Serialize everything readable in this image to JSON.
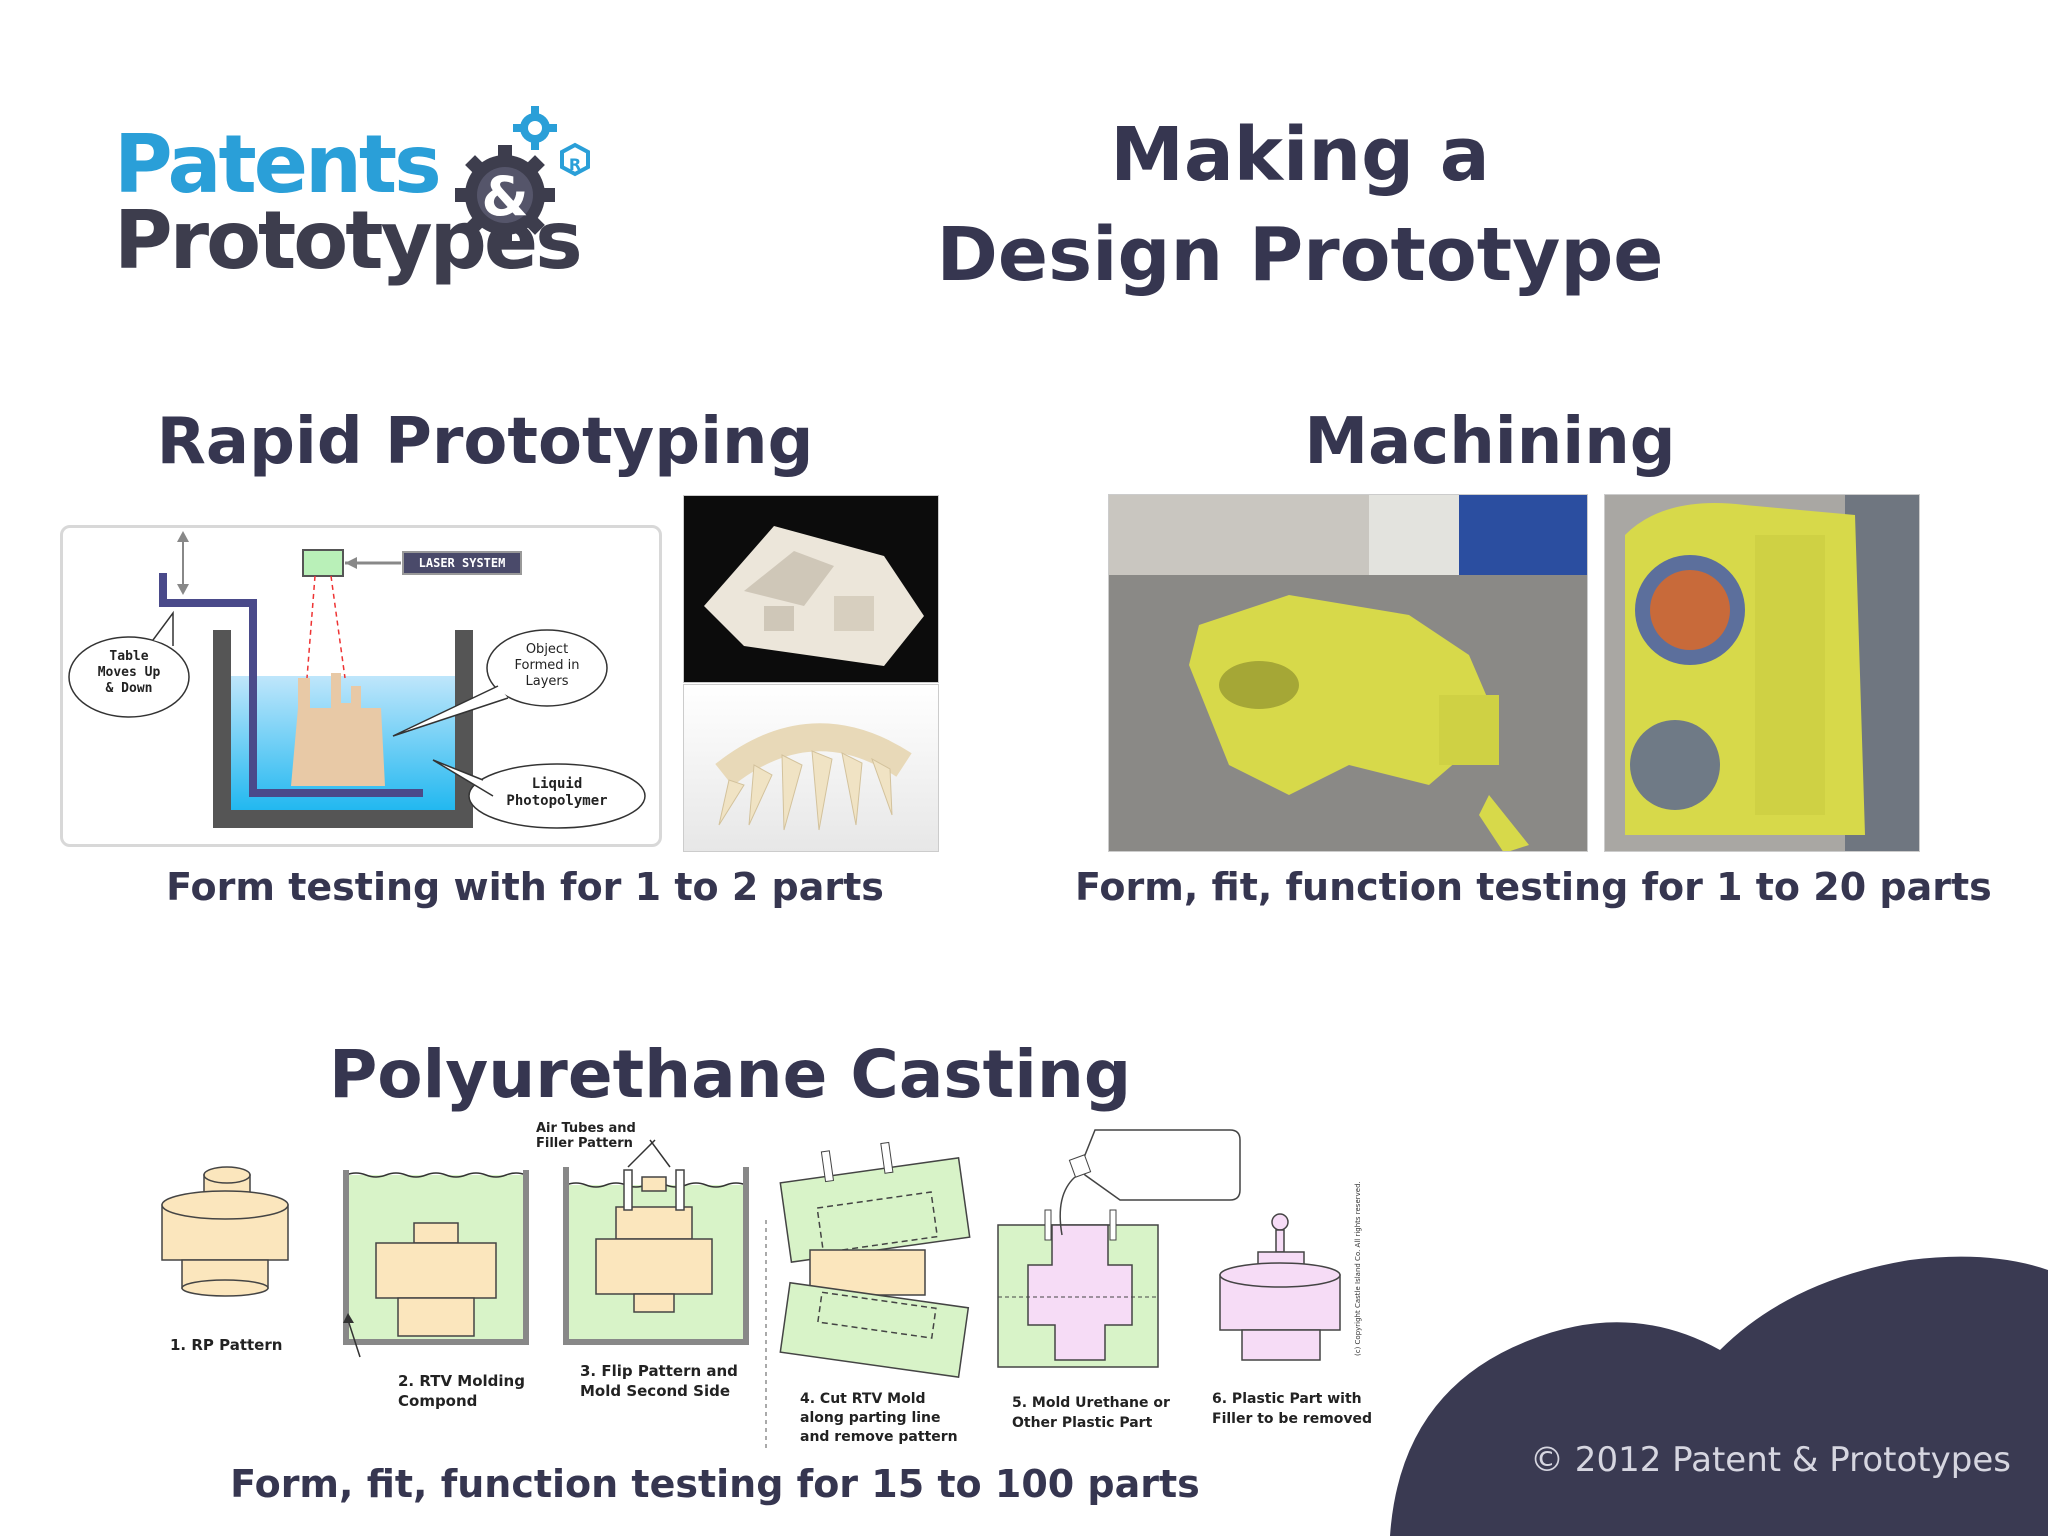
{
  "logo": {
    "word1": "Patents",
    "ampersand": "&",
    "word2": "Prototypes",
    "registered": "R"
  },
  "title": {
    "line1": "Making a",
    "line2": "Design Prototype"
  },
  "rapid": {
    "heading": "Rapid Prototyping",
    "diagram": {
      "laser_label": "LASER SYSTEM",
      "table_label": "Table\nMoves Up\n& Down",
      "object_label": "Object\nFormed in\nLayers",
      "liquid_label": "Liquid\nPhotopolymer"
    },
    "caption": "Form testing with for 1 to 2 parts"
  },
  "machining": {
    "heading": "Machining",
    "caption": "Form, fit, function testing for 1 to 20 parts"
  },
  "casting": {
    "heading": "Polyurethane Casting",
    "air_tubes_label": "Air Tubes and\nFiller Pattern",
    "steps": [
      "1. RP Pattern",
      "2. RTV Molding\nCompond",
      "3. Flip Pattern and\nMold Second Side",
      "4. Cut RTV Mold\nalong parting line\nand remove pattern",
      "5. Mold Urethane or\nOther Plastic Part",
      "6. Plastic Part with\nFiller to be removed"
    ],
    "copyright_vertical": "(c) Copyright Castle Island Co. All rights reserved.",
    "caption": "Form, fit, function testing for 15 to 100 parts"
  },
  "footer": {
    "copyright": "© 2012 Patent & Prototypes"
  },
  "colors": {
    "heading": "#363650",
    "logo_blue": "#2a9fd8",
    "logo_dark": "#3d3d4d",
    "footer_blob": "#3a3a52",
    "mold_green": "#d8f3c8",
    "pattern_tan": "#fbe6bd",
    "plastic_pink": "#f6dcf6"
  }
}
